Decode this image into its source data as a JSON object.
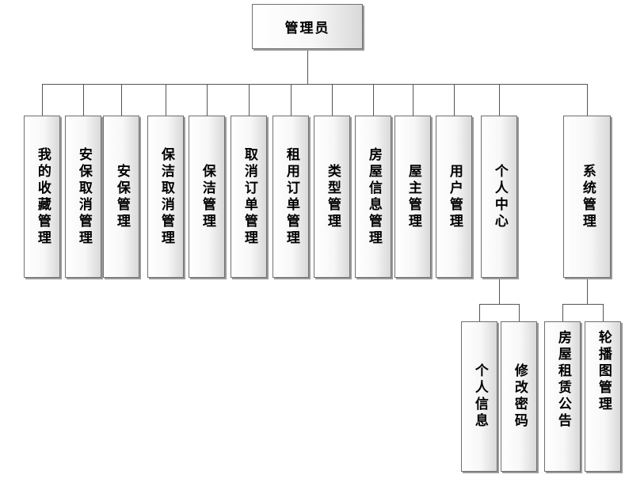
{
  "root": {
    "label": "管理员"
  },
  "modules": [
    {
      "id": "favorites",
      "label": "我的收藏管理"
    },
    {
      "id": "security-cancel",
      "label": "安保取消管理"
    },
    {
      "id": "security",
      "label": "安保管理"
    },
    {
      "id": "cleaning-cancel",
      "label": "保洁取消管理"
    },
    {
      "id": "cleaning",
      "label": "保洁管理"
    },
    {
      "id": "cancel-order",
      "label": "取消订单管理"
    },
    {
      "id": "rent-order",
      "label": "租用订单管理"
    },
    {
      "id": "type",
      "label": "类型管理"
    },
    {
      "id": "house-info",
      "label": "房屋信息管理"
    },
    {
      "id": "landlord",
      "label": "屋主管理"
    },
    {
      "id": "user",
      "label": "用户管理"
    },
    {
      "id": "personal-center",
      "label": "个人中心"
    },
    {
      "id": "system",
      "label": "系统管理"
    }
  ],
  "personal_center_children": [
    {
      "id": "personal-info",
      "label": "个人信息"
    },
    {
      "id": "change-password",
      "label": "修改密码"
    }
  ],
  "system_children": [
    {
      "id": "rental-notice",
      "label": "房屋租赁公告"
    },
    {
      "id": "carousel",
      "label": "轮播图管理"
    }
  ]
}
